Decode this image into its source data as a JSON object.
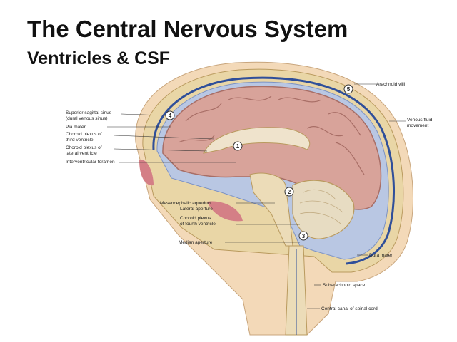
{
  "title": "The Central Nervous System",
  "subtitle": "Ventricles & CSF",
  "labels": {
    "arachnoid_villi": "Arachnoid villi",
    "superior_sagittal_sinus_1": "Superior sagittal sinus",
    "superior_sagittal_sinus_2": "(dural venous sinus)",
    "pia_mater": "Pia mater",
    "choroid_third_1": "Choroid plexus of",
    "choroid_third_2": "third ventricle",
    "choroid_lateral_1": "Choroid plexus of",
    "choroid_lateral_2": "lateral ventricle",
    "interventricular_foramen": "Interventricular foramen",
    "venous_fluid_1": "Venous fluid",
    "venous_fluid_2": "movement",
    "mesencephalic_aqueduct": "Mesencephalic aqueduct",
    "lateral_aperture": "Lateral aperture",
    "choroid_fourth_1": "Choroid plexus",
    "choroid_fourth_2": "of fourth ventricle",
    "median_aperture": "Median aperture",
    "dura_mater": "Dura mater",
    "subarachnoid_space": "Subarachnoid space",
    "central_canal": "Central canal of spinal cord"
  },
  "step_numbers": [
    "1",
    "2",
    "3",
    "4",
    "5"
  ],
  "colors": {
    "skin": "#f3d9b8",
    "bone": "#e9d6a6",
    "csf": "#b9c7e3",
    "dura_vein": "#2f4f9a",
    "brain": "#d8a39a",
    "brain_shadow": "#b87b72",
    "cerebellum": "#e7dcc2",
    "spinal": "#ecdcb8",
    "red_tissue": "#d47f86"
  }
}
